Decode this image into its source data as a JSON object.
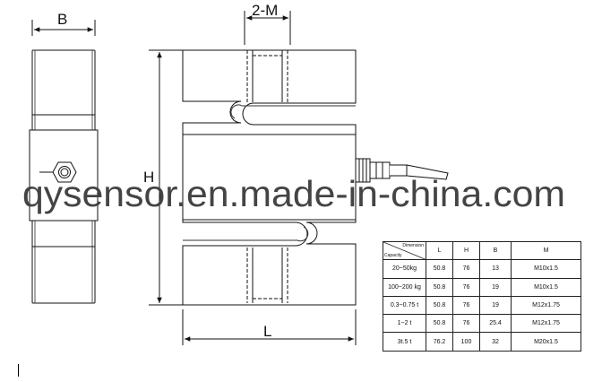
{
  "drawing": {
    "dim_b": "B",
    "dim_m": "2-M",
    "dim_h": "H",
    "dim_l": "L"
  },
  "watermark": "qysensor.en.made-in-china.com",
  "table": {
    "header_dimension": "Dimension",
    "header_capacity": "Capacity",
    "headers": [
      "L",
      "H",
      "B",
      "M"
    ],
    "rows": [
      [
        "20~50kg",
        "50.8",
        "76",
        "13",
        "M10x1.5"
      ],
      [
        "100~200 kg",
        "50.8",
        "76",
        "19",
        "M10x1.5"
      ],
      [
        "0.3~0.75 t",
        "50.8",
        "76",
        "19",
        "M12x1.75"
      ],
      [
        "1~2 t",
        "50.8",
        "76",
        "25.4",
        "M12x1.75"
      ],
      [
        "3t.5 t",
        "76.2",
        "100",
        "32",
        "M20x1.5"
      ]
    ]
  }
}
